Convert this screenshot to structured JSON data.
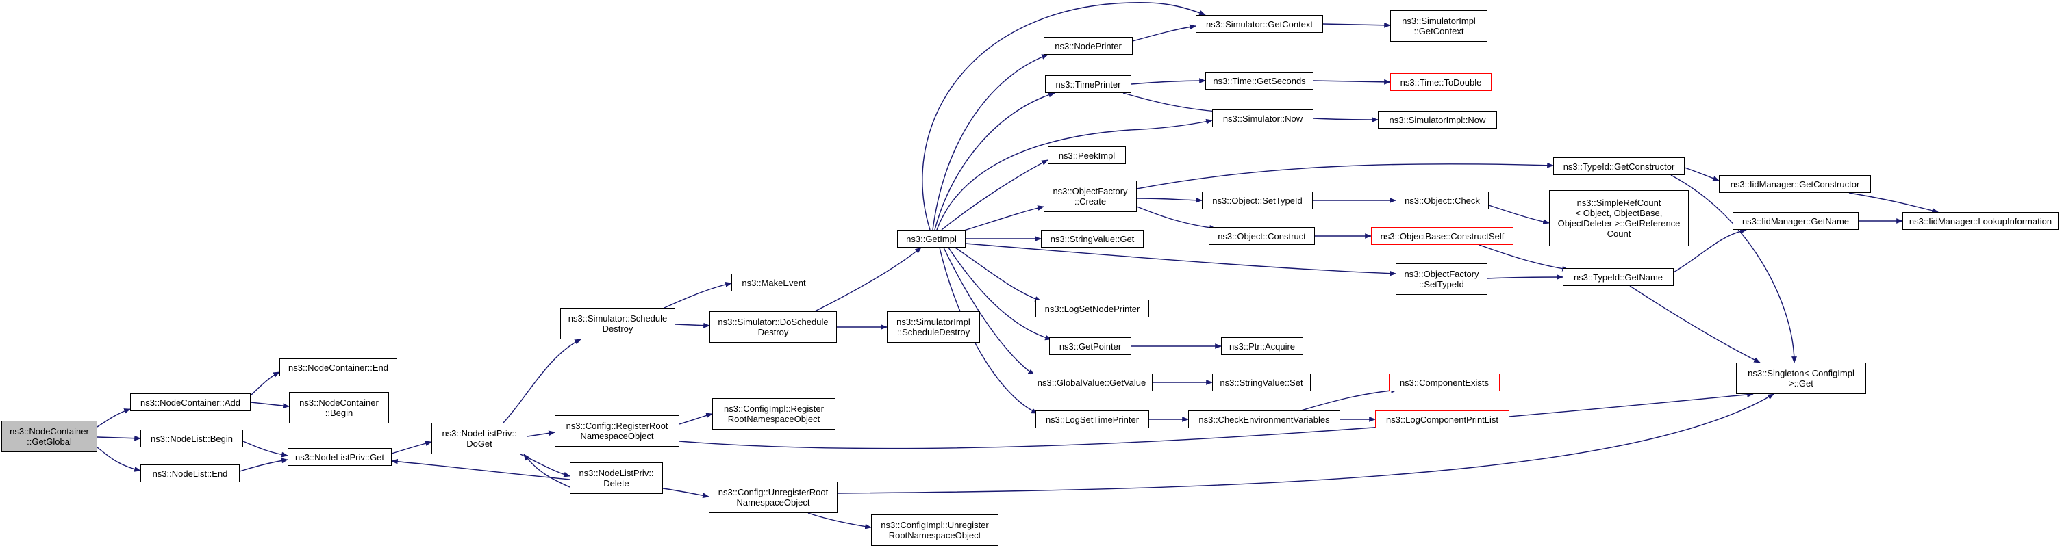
{
  "colors": {
    "edge": "#191970",
    "node_border": "#000000",
    "root_fill": "#bfbfbf",
    "highlight_border": "#ff0000"
  },
  "nodes": {
    "n_root": "ns3::NodeContainer\n::GetGlobal",
    "n_add": "ns3::NodeContainer::Add",
    "n_nlbegin": "ns3::NodeList::Begin",
    "n_nlend": "ns3::NodeList::End",
    "n_ncend": "ns3::NodeContainer::End",
    "n_ncbegin": "ns3::NodeContainer\n::Begin",
    "n_nlpget": "ns3::NodeListPriv::Get",
    "n_nlpdoget": "ns3::NodeListPriv::\nDoGet",
    "n_nlpdelete": "ns3::NodeListPriv::\nDelete",
    "n_simsched": "ns3::Simulator::Schedule\nDestroy",
    "n_cfgreg": "ns3::Config::RegisterRoot\nNamespaceObject",
    "n_cfgunreg": "ns3::Config::UnregisterRoot\nNamespaceObject",
    "n_makeevent": "ns3::MakeEvent",
    "n_simdosched": "ns3::Simulator::DoSchedule\nDestroy",
    "n_cfgimplreg": "ns3::ConfigImpl::Register\nRootNamespaceObject",
    "n_cfgimplunreg": "ns3::ConfigImpl::Unregister\nRootNamespaceObject",
    "n_getimpl": "ns3::GetImpl",
    "n_simimplsched": "ns3::SimulatorImpl\n::ScheduleDestroy",
    "n_nodeprinter": "ns3::NodePrinter",
    "n_timeprinter": "ns3::TimePrinter",
    "n_peekimpl": "ns3::PeekImpl",
    "n_objfcreate": "ns3::ObjectFactory\n::Create",
    "n_strget": "ns3::StringValue::Get",
    "n_logsetnode": "ns3::LogSetNodePrinter",
    "n_getpointer": "ns3::GetPointer",
    "n_gvgetvalue": "ns3::GlobalValue::GetValue",
    "n_logsettime": "ns3::LogSetTimePrinter",
    "n_simgetctx": "ns3::Simulator::GetContext",
    "n_timegetsec": "ns3::Time::GetSeconds",
    "n_simnow": "ns3::Simulator::Now",
    "n_objsettid": "ns3::Object::SetTypeId",
    "n_objconstruct": "ns3::Object::Construct",
    "n_ptracquire": "ns3::Ptr::Acquire",
    "n_strset": "ns3::StringValue::Set",
    "n_checkenv": "ns3::CheckEnvironmentVariables",
    "n_simimplgetctx": "ns3::SimulatorImpl\n::GetContext",
    "n_timetodouble": "ns3::Time::ToDouble",
    "n_simimplnow": "ns3::SimulatorImpl::Now",
    "n_objcheck": "ns3::Object::Check",
    "n_objbasecs": "ns3::ObjectBase::ConstructSelf",
    "n_objfsettid": "ns3::ObjectFactory\n::SetTypeId",
    "n_compexists": "ns3::ComponentExists",
    "n_logcompprint": "ns3::LogComponentPrintList",
    "n_tidgetctor": "ns3::TypeId::GetConstructor",
    "n_simplerefcount": "ns3::SimpleRefCount\n< Object, ObjectBase,\nObjectDeleter >::GetReference\nCount",
    "n_tidgetname": "ns3::TypeId::GetName",
    "n_singleton": "ns3::Singleton< ConfigImpl\n>::Get",
    "n_iidgetctor": "ns3::IidManager::GetConstructor",
    "n_iidgetname": "ns3::IidManager::GetName",
    "n_iidlookup": "ns3::IidManager::LookupInformation"
  }
}
